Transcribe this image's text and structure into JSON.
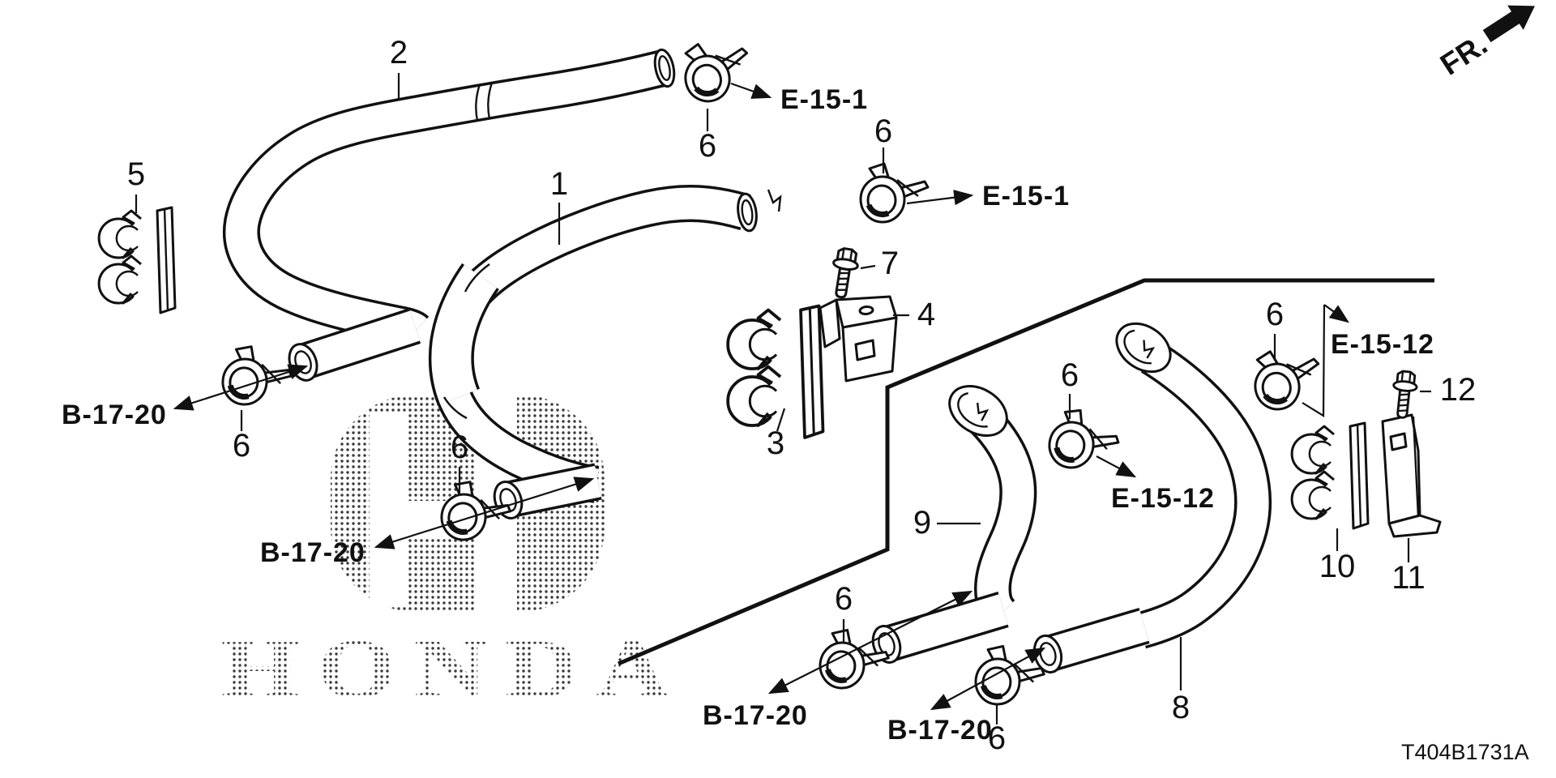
{
  "page": {
    "background": "#ffffff",
    "line_color": "#111111",
    "halftone_color": "#3a3a3a"
  },
  "fr_label": "FR.",
  "part_code": "T404B1731A",
  "watermark": {
    "text": "HONDA"
  },
  "callouts": {
    "n1": "1",
    "n2": "2",
    "n3": "3",
    "n4": "4",
    "n5": "5",
    "n6a": "6",
    "n6b": "6",
    "n6c": "6",
    "n6d": "6",
    "n6e": "6",
    "n6f": "6",
    "n6g": "6",
    "n6h": "6",
    "n7": "7",
    "n8": "8",
    "n9": "9",
    "n10": "10",
    "n11": "11",
    "n12": "12"
  },
  "refs": {
    "e15_1a": "E-15-1",
    "e15_1b": "E-15-1",
    "e15_12a": "E-15-12",
    "e15_12b": "E-15-12",
    "b17_20a": "B-17-20",
    "b17_20b": "B-17-20",
    "b17_20c": "B-17-20",
    "b17_20d": "B-17-20"
  }
}
